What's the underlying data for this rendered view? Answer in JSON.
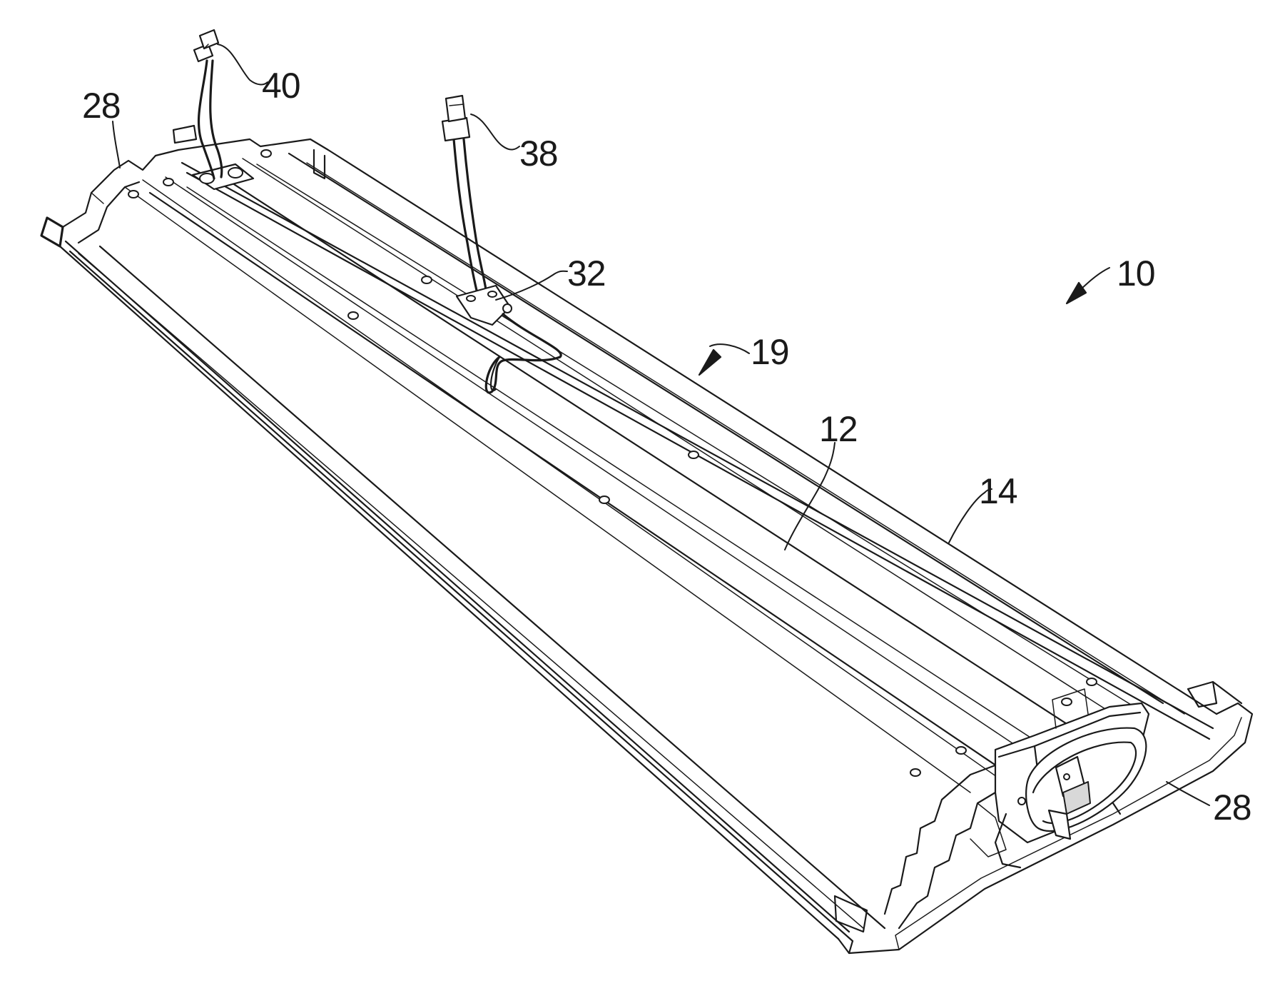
{
  "labels": {
    "ref_10": "10",
    "ref_12": "12",
    "ref_14": "14",
    "ref_19": "19",
    "ref_28_top": "28",
    "ref_28_bottom": "28",
    "ref_32": "32",
    "ref_38": "38",
    "ref_40": "40"
  },
  "colors": {
    "line": "#1a1a1a",
    "background": "#ffffff"
  }
}
